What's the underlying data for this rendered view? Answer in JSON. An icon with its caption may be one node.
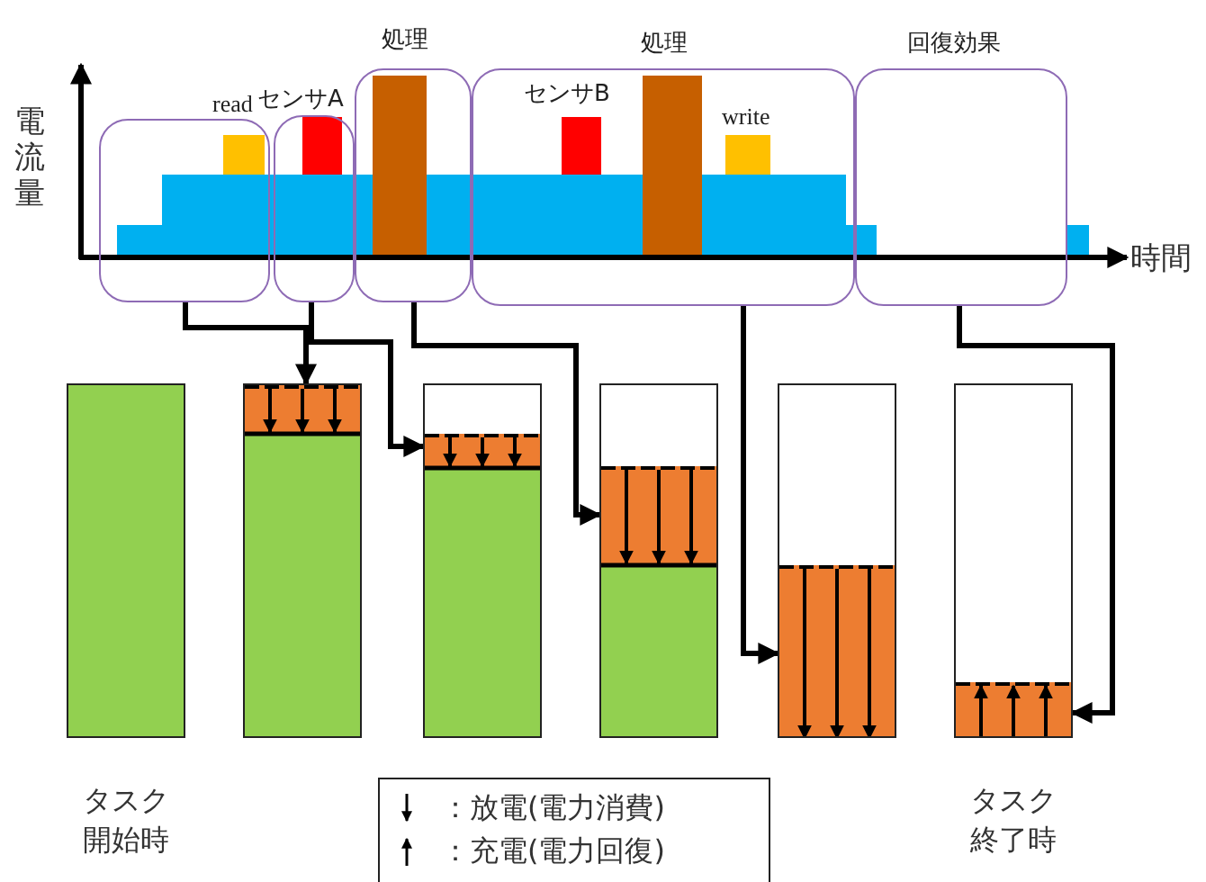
{
  "diagram": {
    "nodes": [
      {
        "text": [
          "read"
        ]
      },
      {
        "text": [
          "センサA"
        ]
      },
      {
        "text": [
          "処理"
        ]
      },
      {
        "text": [
          "処理",
          "センサB",
          "write"
        ]
      },
      {
        "text": [
          "回復効果"
        ]
      },
      {
        "text": [],
        "shape": "box",
        "beside": [
          "タスク開始時"
        ]
      },
      {
        "text": [],
        "shape": "box"
      },
      {
        "text": [],
        "shape": "box"
      },
      {
        "text": [],
        "shape": "box"
      },
      {
        "text": [],
        "shape": "box"
      },
      {
        "text": [],
        "shape": "box",
        "beside": [
          "タスク終了時"
        ]
      }
    ],
    "edges": [
      {
        "from": 0,
        "to": 6,
        "arrow": "to"
      },
      {
        "from": 1,
        "to": 7,
        "arrow": "to"
      },
      {
        "from": 2,
        "to": 8,
        "arrow": "to"
      },
      {
        "from": 3,
        "to": 9,
        "arrow": "to"
      },
      {
        "from": 4,
        "to": 10,
        "arrow": "to"
      }
    ],
    "labels": [
      "電流量",
      "時間"
    ],
    "legend": [
      {
        "text": "：放電(電力消費)"
      },
      {
        "text": "：充電(電力回復)"
      }
    ]
  }
}
